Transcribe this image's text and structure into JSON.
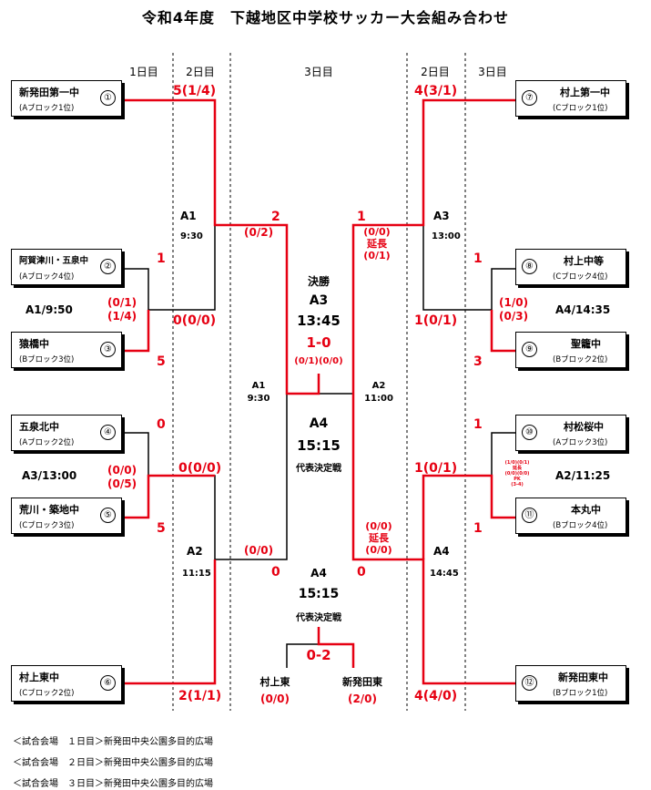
{
  "title": "令和4年度　下越地区中学校サッカー大会組み合わせ",
  "day_headers": {
    "left_d1": "1日目",
    "left_d2": "2日目",
    "center_d3": "3日目",
    "right_d2": "2日目",
    "right_d3": "3日目"
  },
  "teams": [
    {
      "name": "新発田第一中",
      "block": "(Aブロック1位)",
      "seed": "①"
    },
    {
      "name": "阿賀津川・五泉中",
      "block": "(Aブロック4位)",
      "seed": "②"
    },
    {
      "name": "猿橋中",
      "block": "(Bブロック3位)",
      "seed": "③"
    },
    {
      "name": "五泉北中",
      "block": "(Aブロック2位)",
      "seed": "④"
    },
    {
      "name": "荒川・築地中",
      "block": "(Cブロック3位)",
      "seed": "⑤"
    },
    {
      "name": "村上東中",
      "block": "(Cブロック2位)",
      "seed": "⑥"
    },
    {
      "name": "村上第一中",
      "block": "(Cブロック1位)",
      "seed": "⑦"
    },
    {
      "name": "村上中等",
      "block": "(Cブロック4位)",
      "seed": "⑧"
    },
    {
      "name": "聖籠中",
      "block": "(Bブロック2位)",
      "seed": "⑨"
    },
    {
      "name": "村松桜中",
      "block": "(Aブロック3位)",
      "seed": "⑩"
    },
    {
      "name": "本丸中",
      "block": "(Bブロック4位)",
      "seed": "⑪"
    },
    {
      "name": "新発田東中",
      "block": "(Bブロック1位)",
      "seed": "⑫"
    }
  ],
  "left": {
    "r1_top": {
      "time": "A1/9:50",
      "score_a": "1",
      "score_b": "5",
      "detail_a": "(0/1)",
      "detail_b": "(1/4)"
    },
    "r1_bot": {
      "time": "A3/13:00",
      "score_a": "0",
      "score_b": "5",
      "detail_a": "(0/0)",
      "detail_b": "(0/5)"
    },
    "qf_top": {
      "court": "A1",
      "time": "9:30",
      "score_seed": "5(1/4)",
      "score_winner": "0(0/0)"
    },
    "qf_bot": {
      "court": "A2",
      "time": "11:15",
      "score_winner": "0(0/0)",
      "score_seed": "2(1/1)"
    },
    "sf": {
      "court": "A1",
      "time": "9:30",
      "score_top": "2",
      "detail_top": "(0/2)",
      "score_bot": "0",
      "detail_bot": "(0/0)"
    }
  },
  "right": {
    "r1_top": {
      "time": "A4/14:35",
      "score_a": "1",
      "score_b": "3",
      "detail_a": "(1/0)",
      "detail_b": "(0/3)"
    },
    "r1_bot": {
      "time": "A2/11:25",
      "score_a": "1",
      "score_b": "1",
      "detail_lines": [
        "(1/0)(0/1)",
        "延長",
        "(0/0)(0/0)",
        "PK",
        "(3-4)"
      ]
    },
    "qf_top": {
      "court": "A3",
      "time": "13:00",
      "score_seed": "4(3/1)",
      "score_winner": "1(0/1)"
    },
    "qf_bot": {
      "court": "A4",
      "time": "14:45",
      "score_winner": "1(0/1)",
      "score_seed": "4(4/0)"
    },
    "sf": {
      "court": "A2",
      "time": "11:00",
      "score_top": "1",
      "detail_top": [
        "(0/0)",
        "延長",
        "(0/1)"
      ],
      "score_bot": "0",
      "detail_bot": [
        "(0/0)",
        "延長",
        "(0/0)"
      ]
    }
  },
  "final": {
    "label": "決勝",
    "court": "A3",
    "time": "13:45",
    "score": "1-0",
    "detail": "(0/1)(0/0)"
  },
  "rep_match": {
    "court": "A4",
    "time": "15:15",
    "label": "代表決定戦"
  },
  "rep_match2": {
    "court": "A4",
    "time": "15:15",
    "label": "代表決定戦",
    "score": "0-2",
    "team_left": "村上東",
    "team_right": "新発田東",
    "detail_left": "(0/0)",
    "detail_right": "(2/0)"
  },
  "venues": [
    "＜試合会場　１日目＞新発田中央公園多目的広場",
    "＜試合会場　２日目＞新発田中央公園多目的広場",
    "＜試合会場　３日目＞新発田中央公園多目的広場"
  ],
  "colors": {
    "winner_line": "#e60012",
    "line": "#000000"
  }
}
